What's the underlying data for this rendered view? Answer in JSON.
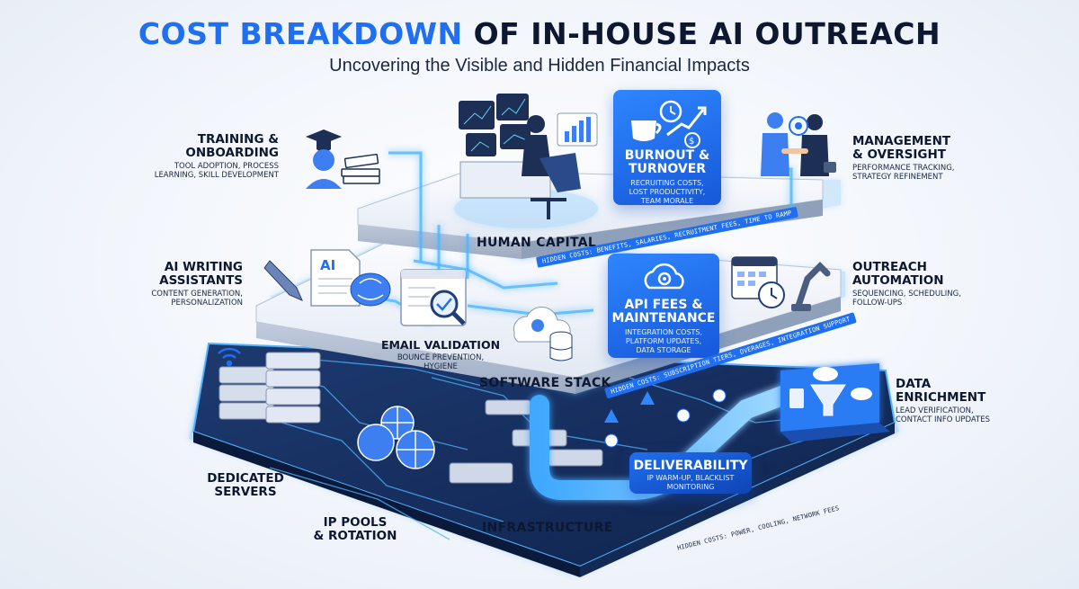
{
  "title": {
    "accent": "COST BREAKDOWN",
    "rest": " OF IN-HOUSE AI OUTREACH"
  },
  "subtitle": "Uncovering the Visible and Hidden Financial Impacts",
  "layers": {
    "human_capital": "HUMAN CAPITAL",
    "software_stack": "SOFTWARE STACK",
    "infrastructure": "INFRASTRUCTURE"
  },
  "hidden_costs": {
    "human": "HIDDEN COSTS: BENEFITS, SALARIES, RECRUITMENT FEES, TIME TO RAMP",
    "software": "HIDDEN COSTS: SUBSCRIPTION TIERS, OVERAGES, INTEGRATION SUPPORT",
    "infra": "HIDDEN COSTS: POWER, COOLING, NETWORK FEES"
  },
  "left": {
    "training": {
      "title_1": "TRAINING &",
      "title_2": "ONBOARDING",
      "desc_1": "TOOL ADOPTION, PROCESS",
      "desc_2": "LEARNING, SKILL DEVELOPMENT"
    },
    "ai_writing": {
      "title_1": "AI WRITING",
      "title_2": "ASSISTANTS",
      "desc_1": "CONTENT GENERATION,",
      "desc_2": "PERSONALIZATION"
    },
    "servers": {
      "title_1": "DEDICATED",
      "title_2": "SERVERS"
    },
    "ip_pools": {
      "title_1": "IP POOLS",
      "title_2": "& ROTATION"
    }
  },
  "right": {
    "management": {
      "title_1": "MANAGEMENT",
      "title_2": "& OVERSIGHT",
      "desc_1": "PERFORMANCE TRACKING,",
      "desc_2": "STRATEGY REFINEMENT"
    },
    "automation": {
      "title_1": "OUTREACH",
      "title_2": "AUTOMATION",
      "desc_1": "SEQUENCING, SCHEDULING,",
      "desc_2": "FOLLOW-UPS"
    },
    "enrichment": {
      "title_1": "DATA",
      "title_2": "ENRICHMENT",
      "desc_1": "LEAD VERIFICATION,",
      "desc_2": "CONTACT INFO UPDATES"
    }
  },
  "email_validation": {
    "title": "EMAIL VALIDATION",
    "desc_1": "BOUNCE PREVENTION,",
    "desc_2": "HYGIENE"
  },
  "cards": {
    "burnout": {
      "title_1": "BURNOUT &",
      "title_2": "TURNOVER",
      "desc_1": "RECRUITING COSTS,",
      "desc_2": "LOST PRODUCTIVITY,",
      "desc_3": "TEAM MORALE"
    },
    "api": {
      "title_1": "API FEES &",
      "title_2": "MAINTENANCE",
      "desc_1": "INTEGRATION COSTS,",
      "desc_2": "PLATFORM UPDATES,",
      "desc_3": "DATA STORAGE"
    },
    "deliverability": {
      "title": "DELIVERABILITY",
      "desc_1": "IP WARM-UP, BLACKLIST",
      "desc_2": "MONITORING"
    }
  },
  "icons": {
    "training": "graduation-cap-icon",
    "management": "handshake-icon",
    "automation": "calendar-robot-icon",
    "enrichment": "funnel-cloud-icon"
  },
  "colors": {
    "accent": "#1f6ff0",
    "card": "#1f6ff0",
    "glow": "#4fb6ff",
    "dark_text": "#0d1730"
  }
}
